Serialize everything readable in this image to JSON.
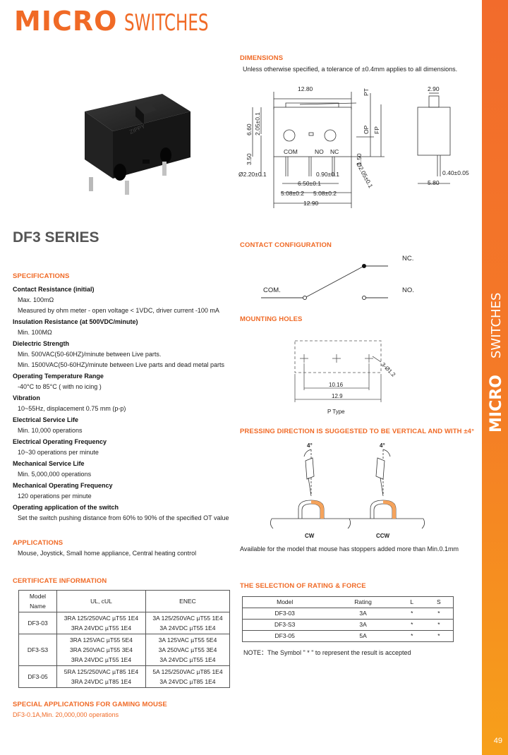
{
  "header": {
    "bold": "MICRO",
    "thin": "SWITCHES"
  },
  "sidebar": {
    "bold": "MICRO",
    "thin": "SWITCHES",
    "page_number": "49"
  },
  "series_title": "DF3 SERIES",
  "product_photo": {
    "brand_mark": "ZIPPY"
  },
  "dimensions": {
    "title": "DIMENSIONS",
    "note": "Unless otherwise specified, a tolerance of ±0.4mm applies to all dimensions.",
    "labels": {
      "w_top": "12.80",
      "pt": "PT",
      "op": "OP",
      "fp": "FP",
      "h1": "6.60",
      "h2": "2.05±0.1",
      "h3": "3.50",
      "h4": "1.50",
      "com": "COM",
      "no": "NO",
      "nc": "NC",
      "d1": "Ø2.20±0.1",
      "d2": "0.90±0.1",
      "d3": "Ø2.05±0.1",
      "p1": "6.50±0.1",
      "p2": "5.08±0.2",
      "p3": "5.08±0.2",
      "w_bot": "12.90",
      "s_top": "2.90",
      "s_pin": "0.40±0.05",
      "s_bot": "5.80"
    }
  },
  "contact": {
    "title": "CONTACT CONFIGURATION",
    "nc": "NC.",
    "com": "COM.",
    "no": "NO."
  },
  "mounting": {
    "title": "MOUNTING HOLES",
    "holes": "3-Ø1.2",
    "d1": "10.16",
    "d2": "12.9",
    "type": "P Type"
  },
  "pressing": {
    "title": "PRESSING DIRECTION IS SUGGESTED TO BE VERTICAL AND WITH  ±4°",
    "angle": "4°",
    "cw": "CW",
    "ccw": "CCW",
    "note": "Available for the model that mouse has stoppers added more than Min.0.1mm"
  },
  "specifications": {
    "title": "SPECIFICATIONS",
    "items": [
      {
        "head": "Contact Resistance (initial)",
        "lines": [
          "Max. 100mΩ",
          "Measured by ohm meter - open voltage < 1VDC, driver current -100 mA"
        ]
      },
      {
        "head": "Insulation Resistance (at 500VDC/minute)",
        "lines": [
          "Min. 100MΩ"
        ]
      },
      {
        "head": "Dielectric Strength",
        "lines": [
          "Min. 500VAC(50-60HZ)/minute between Live parts.",
          "Min. 1500VAC(50-60HZ)/minute between Live parts and dead metal parts"
        ]
      },
      {
        "head": "Operating Temperature Range",
        "lines": [
          "-40°C to 85°C ( with no icing )"
        ]
      },
      {
        "head": "Vibration",
        "lines": [
          "10~55Hz, displacement 0.75 mm (p-p)"
        ]
      },
      {
        "head": "Electrical Service Life",
        "lines": [
          "Min. 10,000 operations"
        ]
      },
      {
        "head": "Electrical Operating Frequency",
        "lines": [
          "10~30 operations per minute"
        ]
      },
      {
        "head": "Mechanical Service Life",
        "lines": [
          "Min. 5,000,000 operations"
        ]
      },
      {
        "head": "Mechanical Operating Frequency",
        "lines": [
          "120 operations per minute"
        ]
      },
      {
        "head": "Operating application of the switch",
        "lines": [
          "Set the switch pushing distance from 60% to 90% of the specified OT value"
        ]
      }
    ]
  },
  "applications": {
    "title": "APPLICATIONS",
    "text": "Mouse, Joystick, Small home appliance, Central heating control"
  },
  "certificate": {
    "title": "CERTIFICATE INFORMATION",
    "headers": [
      "Model\nName",
      "UL, cUL",
      "ENEC"
    ],
    "rows": [
      {
        "model": "DF3-03",
        "ul": [
          "3RA 125/250VAC µT55 1E4",
          "3RA 24VDC µT55 1E4"
        ],
        "enec": [
          "3A 125/250VAC µT55 1E4",
          "3A 24VDC µT55 1E4"
        ]
      },
      {
        "model": "DF3-S3",
        "ul": [
          "3RA 125VAC µT55 5E4",
          "3RA 250VAC µT55 3E4",
          "3RA 24VDC µT55 1E4"
        ],
        "enec": [
          "3A 125VAC µT55 5E4",
          "3A 250VAC µT55 3E4",
          "3A 24VDC µT55 1E4"
        ]
      },
      {
        "model": "DF3-05",
        "ul": [
          "5RA 125/250VAC µT85 1E4",
          "3RA 24VDC µT85 1E4"
        ],
        "enec": [
          "5A 125/250VAC µT85 1E4",
          "3A 24VDC µT85 1E4"
        ]
      }
    ]
  },
  "gaming": {
    "title": "SPECIAL APPLICATIONS FOR GAMING MOUSE",
    "text": "DF3-0.1A,Min. 20,000,000 operations"
  },
  "rating": {
    "title": "THE SELECTION OF RATING & FORCE",
    "headers": [
      "Model",
      "Rating",
      "L",
      "S"
    ],
    "rows": [
      [
        "DF3-03",
        "3A",
        "*",
        "*"
      ],
      [
        "DF3-S3",
        "3A",
        "*",
        "*"
      ],
      [
        "DF3-05",
        "5A",
        "*",
        "*"
      ]
    ],
    "note": "NOTE：The Symbol \" * \" to represent the result is accepted"
  },
  "colors": {
    "accent": "#f06a26",
    "sidebar_bottom": "#f7a01a"
  }
}
